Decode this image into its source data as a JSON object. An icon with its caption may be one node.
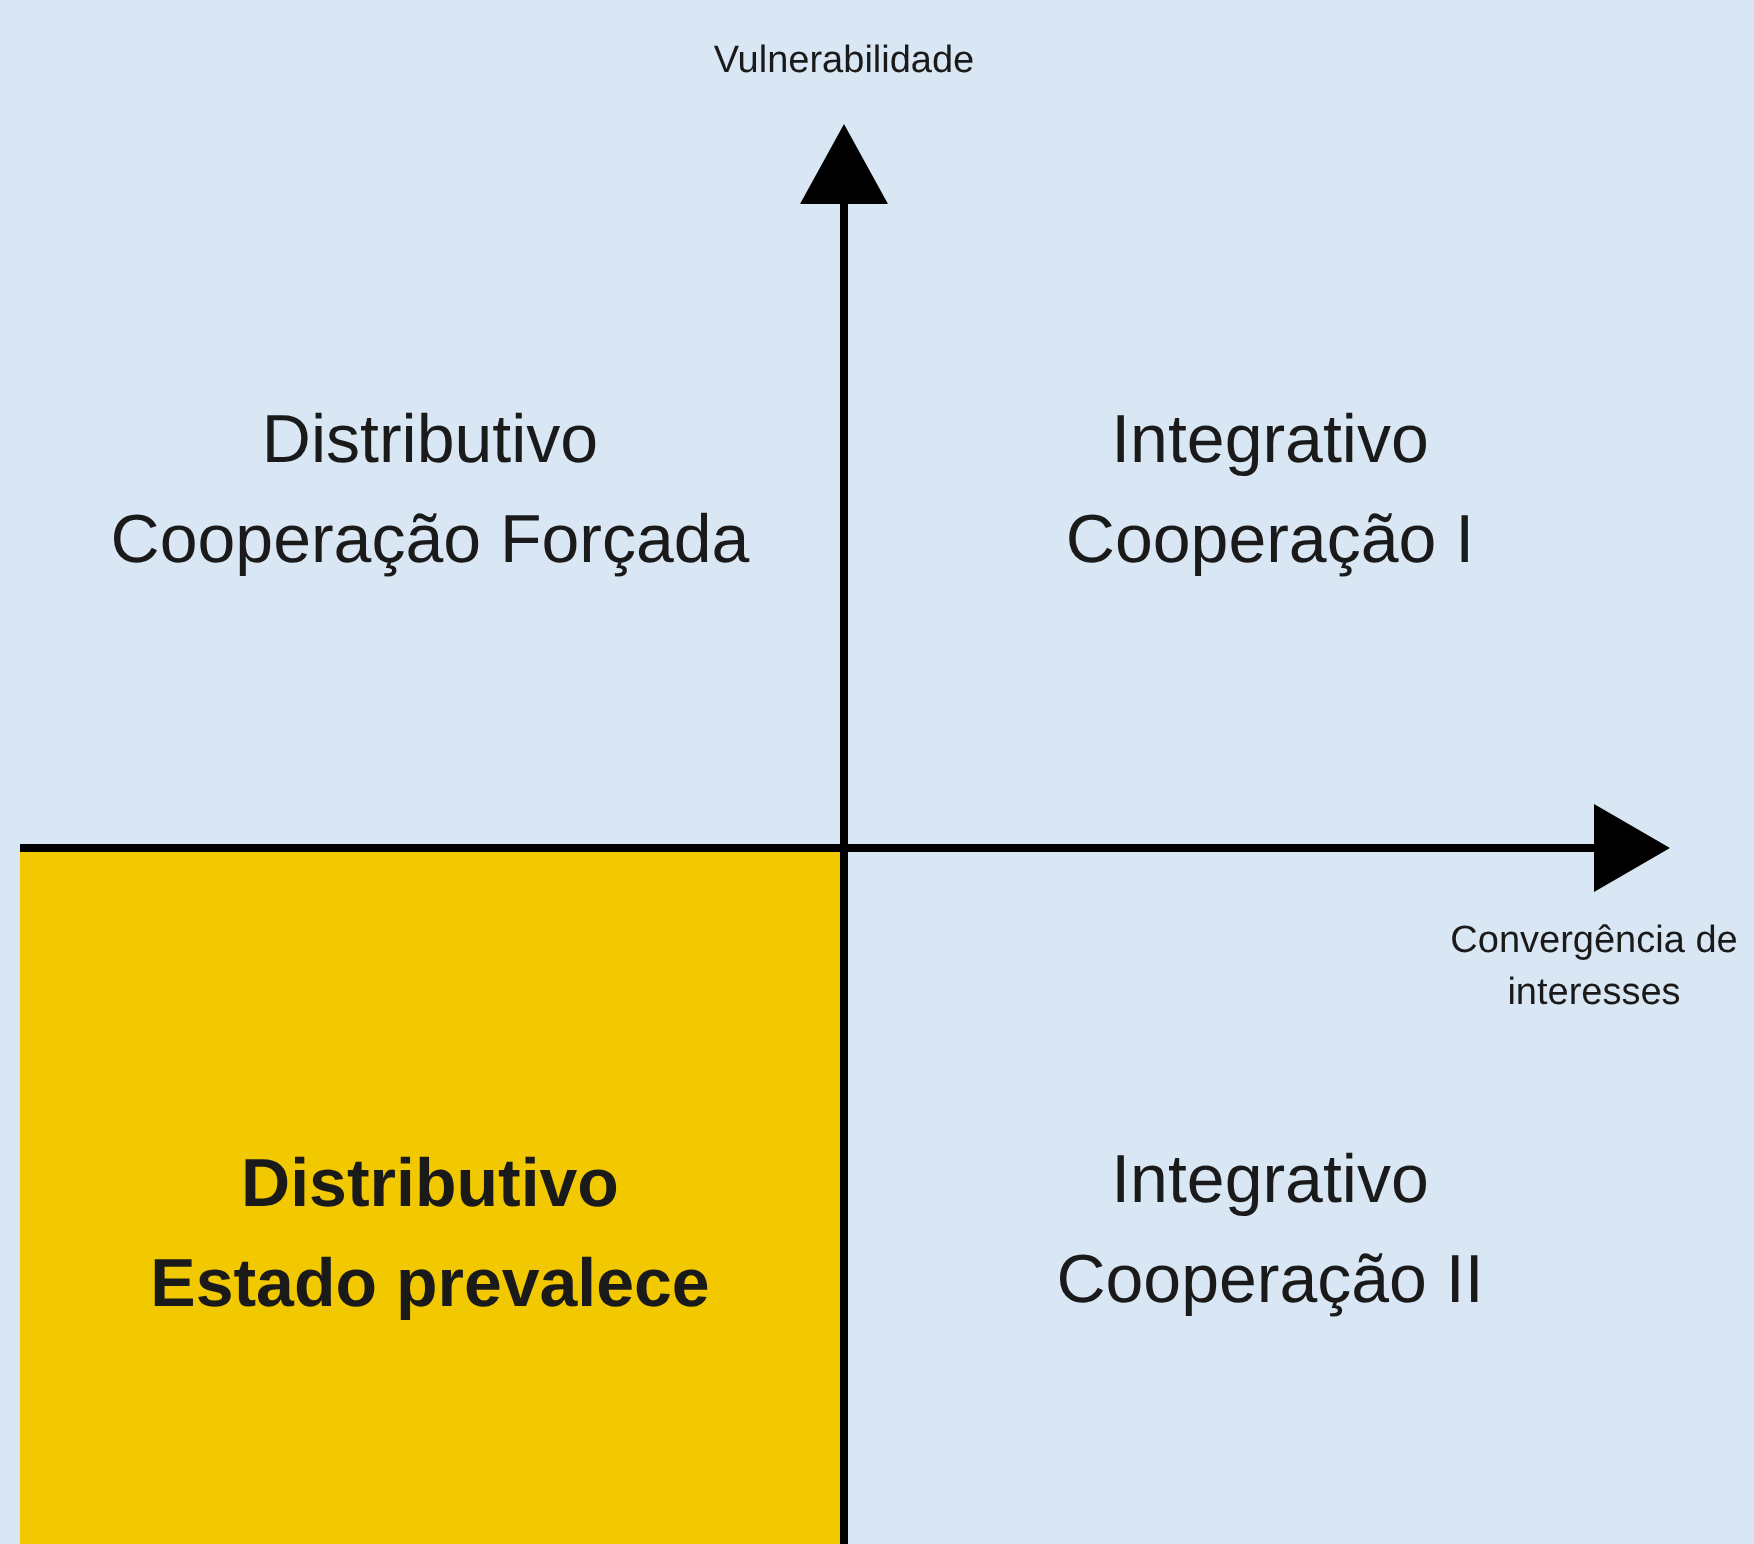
{
  "diagram": {
    "nodes": [
      {
        "text": [
          "Distributivo",
          "Cooperação Forçada"
        ]
      },
      {
        "text": [
          "Integrativo",
          "Cooperação I"
        ]
      },
      {
        "text": [
          "Distributivo",
          "Estado prevalece"
        ]
      },
      {
        "text": [
          "Integrativo",
          "Cooperação II"
        ]
      }
    ],
    "edges": [],
    "labels": [
      "Vulnerabilidade",
      "Convergência de interesses"
    ]
  }
}
